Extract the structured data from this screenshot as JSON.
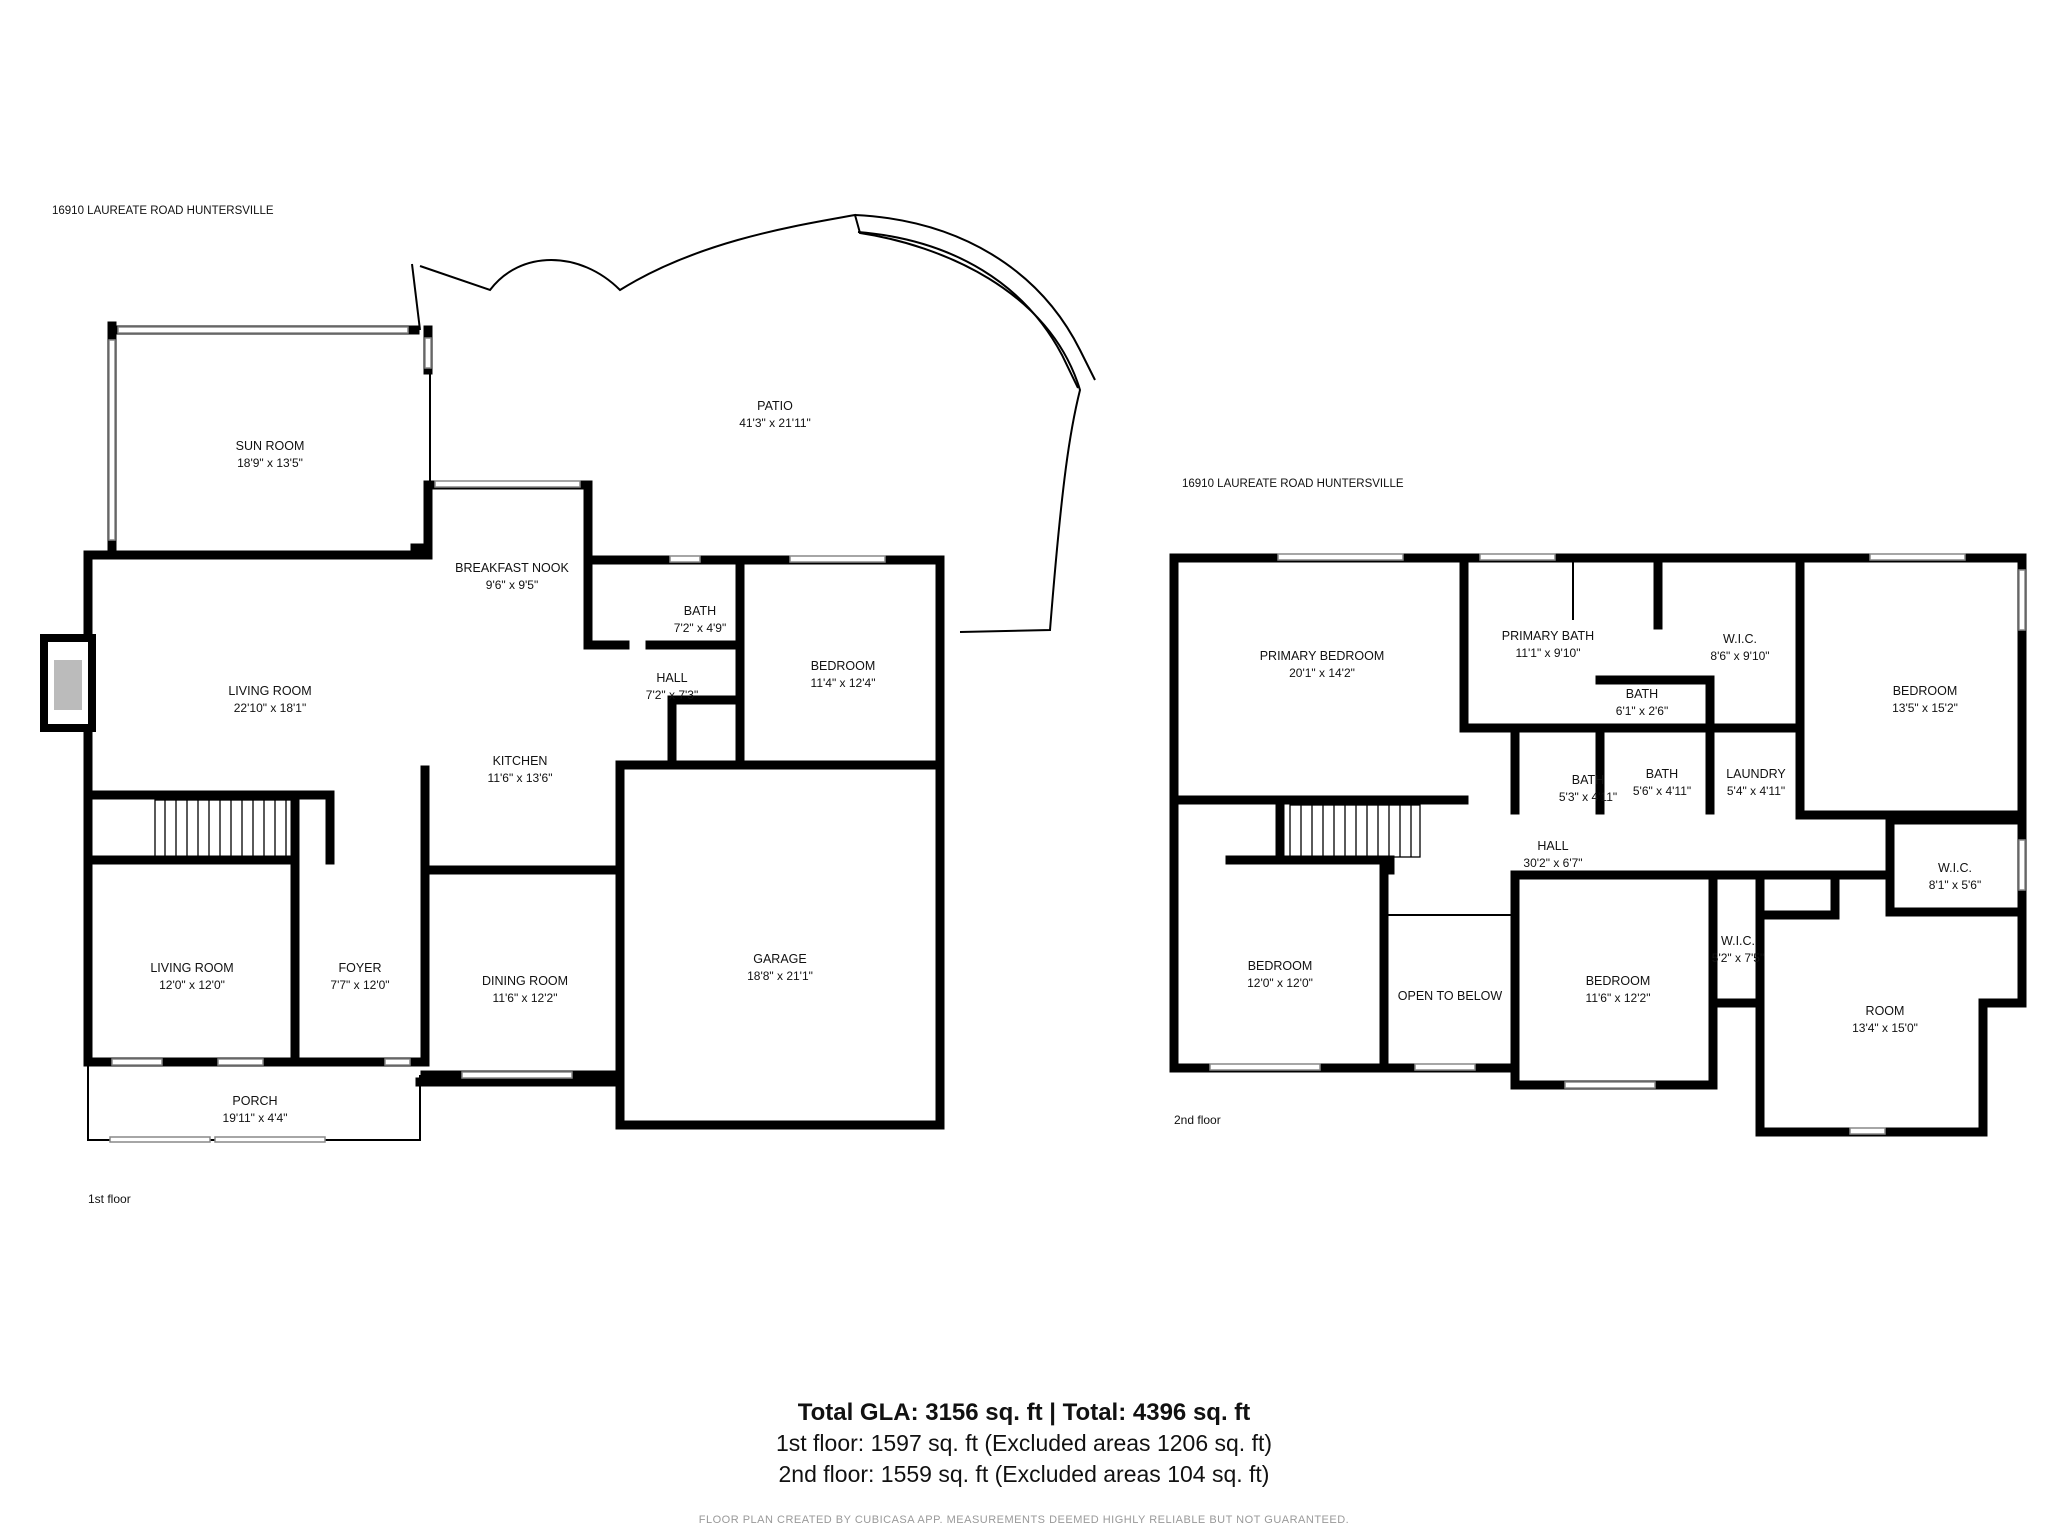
{
  "address_1": "16910 LAUREATE ROAD HUNTERSVILLE",
  "address_2": "16910 LAUREATE ROAD HUNTERSVILLE",
  "floor1": {
    "label": "1st floor",
    "rooms": {
      "sun_room": {
        "name": "SUN ROOM",
        "dim": "18'9\" x 13'5\""
      },
      "patio": {
        "name": "PATIO",
        "dim": "41'3\" x 21'11\""
      },
      "breakfast_nook": {
        "name": "BREAKFAST NOOK",
        "dim": "9'6\" x 9'5\""
      },
      "bath": {
        "name": "BATH",
        "dim": "7'2\" x 4'9\""
      },
      "hall": {
        "name": "HALL",
        "dim": "7'2\" x 7'3\""
      },
      "bedroom": {
        "name": "BEDROOM",
        "dim": "11'4\" x 12'4\""
      },
      "living_room_main": {
        "name": "LIVING ROOM",
        "dim": "22'10\" x 18'1\""
      },
      "kitchen": {
        "name": "KITCHEN",
        "dim": "11'6\" x 13'6\""
      },
      "garage": {
        "name": "GARAGE",
        "dim": "18'8\" x 21'1\""
      },
      "living_room_front": {
        "name": "LIVING ROOM",
        "dim": "12'0\" x 12'0\""
      },
      "foyer": {
        "name": "FOYER",
        "dim": "7'7\" x 12'0\""
      },
      "dining_room": {
        "name": "DINING ROOM",
        "dim": "11'6\" x 12'2\""
      },
      "porch": {
        "name": "PORCH",
        "dim": "19'11\" x 4'4\""
      }
    }
  },
  "floor2": {
    "label": "2nd floor",
    "rooms": {
      "primary_bedroom": {
        "name": "PRIMARY BEDROOM",
        "dim": "20'1\" x 14'2\""
      },
      "primary_bath": {
        "name": "PRIMARY BATH",
        "dim": "11'1\" x 9'10\""
      },
      "wic_primary": {
        "name": "W.I.C.",
        "dim": "8'6\" x 9'10\""
      },
      "bedroom_ne": {
        "name": "BEDROOM",
        "dim": "13'5\" x 15'2\""
      },
      "bath_small": {
        "name": "BATH",
        "dim": "6'1\" x 2'6\""
      },
      "bath_a": {
        "name": "BATH",
        "dim": "5'3\" x 4'11\""
      },
      "bath_b": {
        "name": "BATH",
        "dim": "5'6\" x 4'11\""
      },
      "laundry": {
        "name": "LAUNDRY",
        "dim": "5'4\" x 4'11\""
      },
      "hall": {
        "name": "HALL",
        "dim": "30'2\" x 6'7\""
      },
      "wic_east": {
        "name": "W.I.C.",
        "dim": "8'1\" x 5'6\""
      },
      "bedroom_sw": {
        "name": "BEDROOM",
        "dim": "12'0\" x 12'0\""
      },
      "open_to_below": {
        "name": "OPEN TO BELOW",
        "dim": ""
      },
      "bedroom_s": {
        "name": "BEDROOM",
        "dim": "11'6\" x 12'2\""
      },
      "wic_small": {
        "name": "W.I.C.",
        "dim": "5'2\" x 7'5\""
      },
      "room": {
        "name": "ROOM",
        "dim": "13'4\" x 15'0\""
      }
    }
  },
  "totals": {
    "line1": "Total GLA: 3156 sq. ft | Total: 4396 sq. ft",
    "line2": "1st floor: 1597 sq. ft (Excluded areas 1206 sq. ft)",
    "line3": "2nd floor: 1559 sq. ft (Excluded areas 104 sq. ft)"
  },
  "disclaimer": "FLOOR PLAN CREATED BY CUBICASA APP. MEASUREMENTS DEEMED HIGHLY RELIABLE BUT NOT GUARANTEED.",
  "colors": {
    "wall": "#000000",
    "window": "#888888",
    "disclaimer": "#999999",
    "fireplace": "#bbbbbb"
  }
}
